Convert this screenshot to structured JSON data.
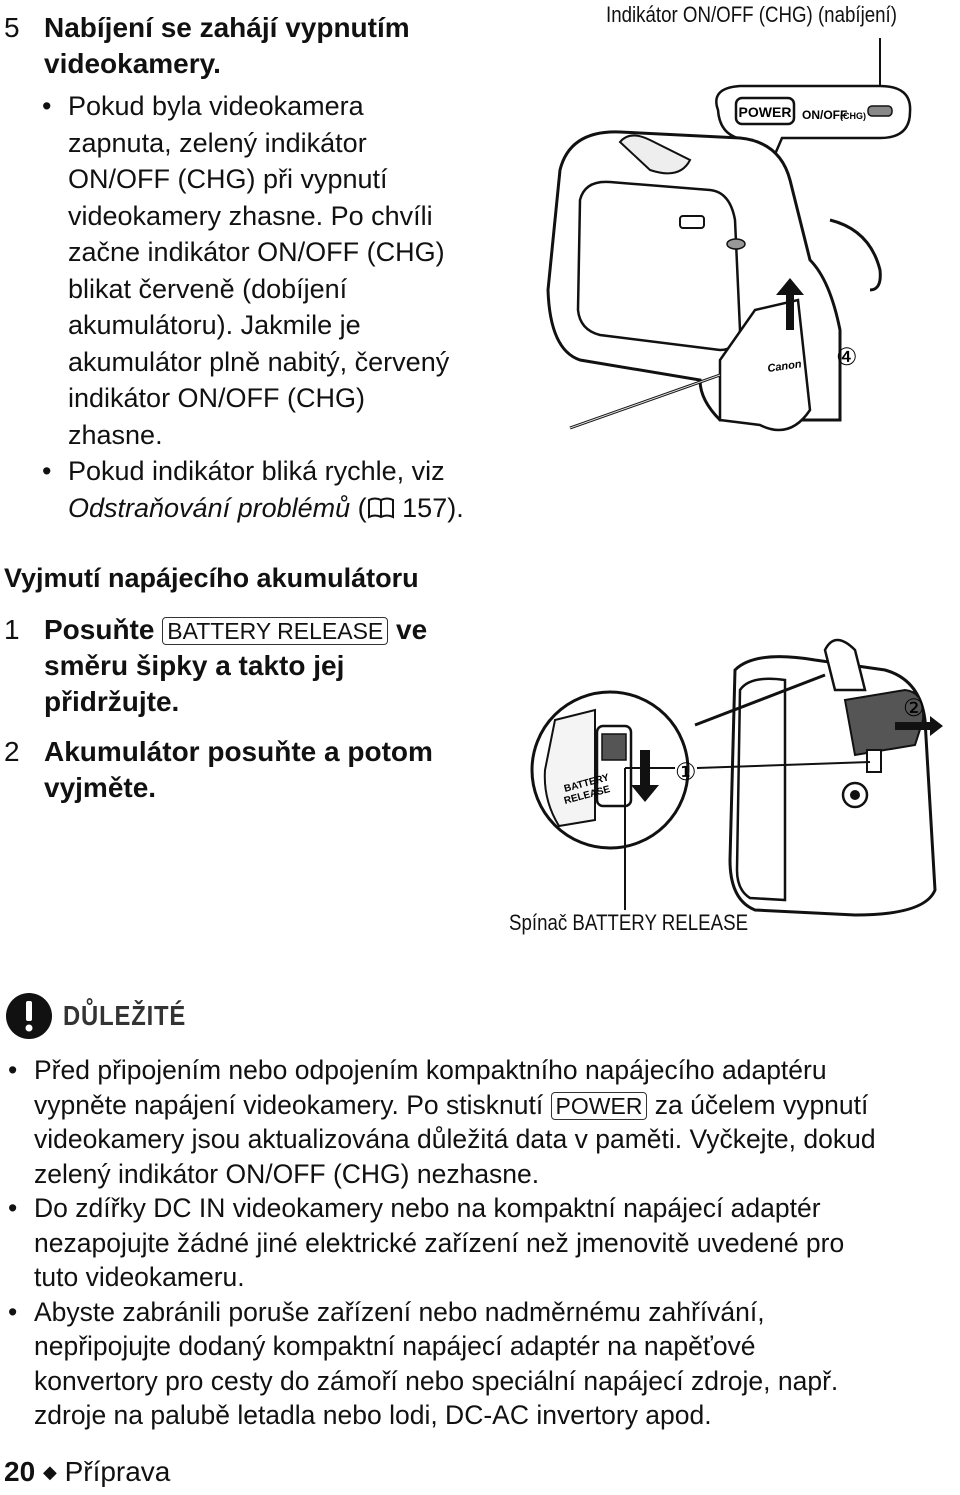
{
  "step5": {
    "number": "5",
    "text_line1": "Nabíjení se zahájí vypnutím",
    "text_line2": "videokamery.",
    "bullets": [
      {
        "lines": [
          "Pokud byla videokamera",
          "zapnuta, zelený indikátor",
          "ON/OFF (CHG) při vypnutí",
          "videokamery zhasne. Po chvíli",
          "začne indikátor ON/OFF (CHG)",
          "blikat červeně (dobíjení",
          "akumulátoru). Jakmile je",
          "akumulátor plně nabitý, červený",
          "indikátor ON/OFF (CHG)",
          "zhasne."
        ]
      },
      {
        "line1": "Pokud indikátor bliká rychle, viz",
        "ref_italic": "Odstraňování problémů",
        "ref_open": " (",
        "ref_page": " 157)."
      }
    ]
  },
  "figure1": {
    "caption": "Indikátor ON/OFF (CHG) (nabíjení)",
    "power_label": "POWER",
    "onoff_label": "ON/OFF",
    "chg_label": "(CHG)",
    "callout": "④",
    "brand": "Canon"
  },
  "section": {
    "title": "Vyjmutí napájecího akumulátoru",
    "steps": [
      {
        "number": "1",
        "pre": "Posuňte ",
        "key": "BATTERY RELEASE",
        "post": " ve",
        "line2": "směru šipky a takto jej",
        "line3": "přidržujte."
      },
      {
        "number": "2",
        "line1": "Akumulátor posuňte a potom",
        "line2": "vyjměte."
      }
    ]
  },
  "figure2": {
    "caption": "Spínač BATTERY RELEASE",
    "callout1": "①",
    "callout2": "②",
    "switch_label_line1": "BATTERY",
    "switch_label_line2": "RELEASE"
  },
  "important": {
    "title": "DŮLEŽITÉ",
    "items": [
      {
        "line1": "Před připojením nebo odpojením kompaktního napájecího adaptéru",
        "line2_pre": "vypněte napájení videokamery. Po stisknutí ",
        "line2_key": "POWER",
        "line2_post": " za účelem vypnutí",
        "line3": "videokamery jsou aktualizována důležitá data v paměti. Vyčkejte, dokud",
        "line4": "zelený indikátor ON/OFF (CHG) nezhasne."
      },
      {
        "line1": "Do zdířky DC IN videokamery nebo na kompaktní napájecí adaptér",
        "line2": "nezapojujte žádné jiné elektrické zařízení než jmenovitě uvedené pro",
        "line3": "tuto videokameru."
      },
      {
        "line1": "Abyste zabránili poruše zařízení nebo nadměrnému zahřívání,",
        "line2": "nepřipojujte dodaný kompaktní napájecí adaptér na napěťové",
        "line3": "konvertory pro cesty do zámoří nebo speciální napájecí zdroje, např.",
        "line4": "zdroje na palubě letadla nebo lodi, DC-AC invertory apod."
      }
    ]
  },
  "footer": {
    "page": "20",
    "separator": "◆",
    "section": "Příprava"
  }
}
